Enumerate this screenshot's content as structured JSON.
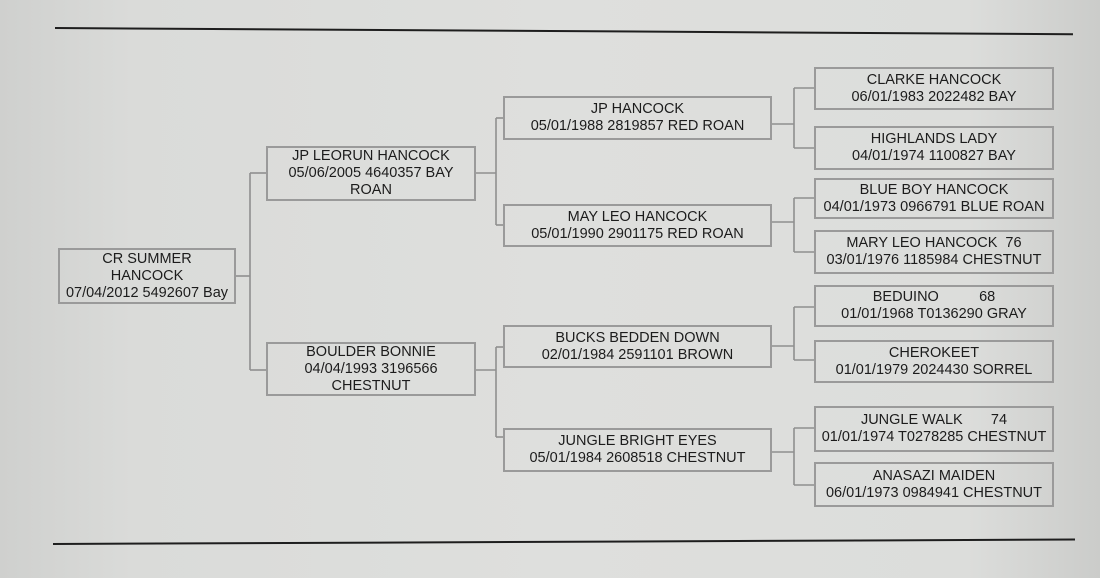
{
  "subject": {
    "name": "CR SUMMER HANCOCK",
    "info": "07/04/2012 5492607 Bay"
  },
  "sire": {
    "name": "JP LEORUN HANCOCK",
    "info": "05/06/2005 4640357 BAY ROAN"
  },
  "dam": {
    "name": "BOULDER BONNIE",
    "info": "04/04/1993 3196566 CHESTNUT"
  },
  "sire_sire": {
    "name": "JP HANCOCK",
    "info": "05/01/1988 2819857 RED ROAN"
  },
  "sire_dam": {
    "name": "MAY LEO HANCOCK",
    "info": "05/01/1990 2901175 RED ROAN"
  },
  "dam_sire": {
    "name": "BUCKS BEDDEN DOWN",
    "info": "02/01/1984 2591101 BROWN"
  },
  "dam_dam": {
    "name": "JUNGLE BRIGHT EYES",
    "info": "05/01/1984 2608518 CHESTNUT"
  },
  "gen3": [
    {
      "name": "CLARKE HANCOCK",
      "info": "06/01/1983 2022482 BAY"
    },
    {
      "name": "HIGHLANDS LADY",
      "info": "04/01/1974 1100827 BAY"
    },
    {
      "name": "BLUE BOY HANCOCK",
      "info": "04/01/1973 0966791 BLUE ROAN"
    },
    {
      "name": "MARY LEO HANCOCK  76",
      "info": "03/01/1976 1185984 CHESTNUT"
    },
    {
      "name": "BEDUINO          68",
      "info": "01/01/1968 T0136290 GRAY"
    },
    {
      "name": "CHEROKEET",
      "info": "01/01/1979 2024430 SORREL"
    },
    {
      "name": "JUNGLE WALK       74",
      "info": "01/01/1974 T0278285 CHESTNUT"
    },
    {
      "name": "ANASAZI MAIDEN",
      "info": "06/01/1973 0984941 CHESTNUT"
    }
  ]
}
